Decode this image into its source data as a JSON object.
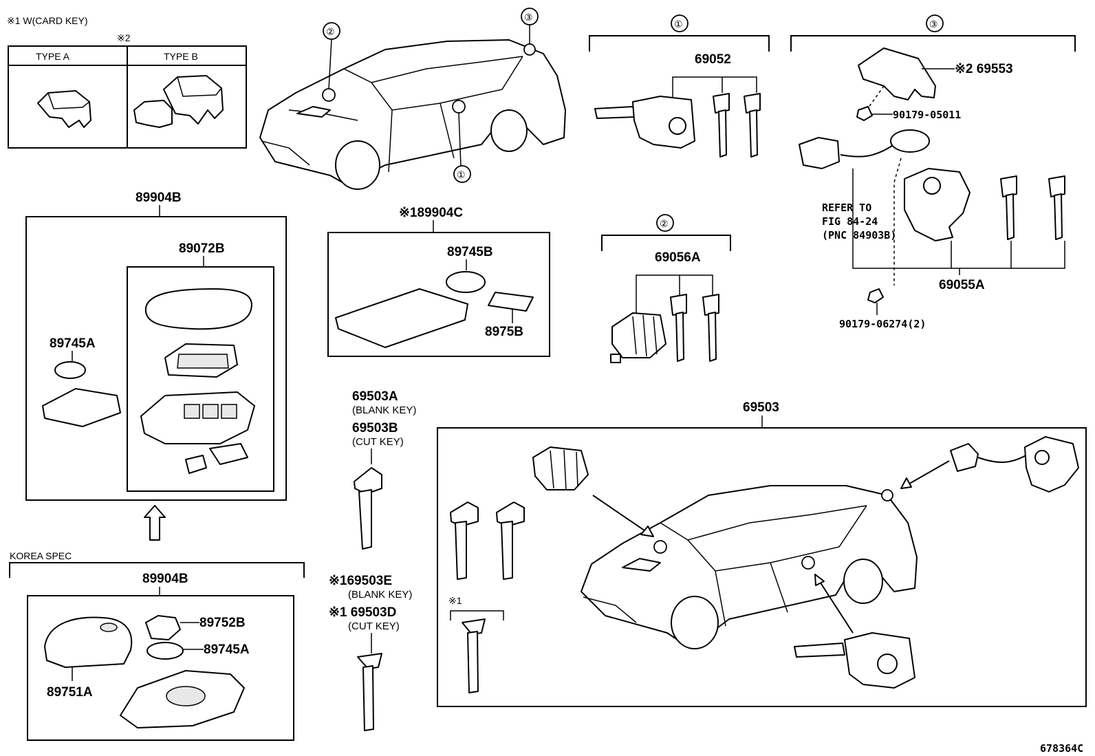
{
  "diagram_id": "678364C",
  "card_key": {
    "title": "※1 W(CARD KEY)",
    "note": "※2",
    "type_a": "TYPE  A",
    "type_b": "TYPE  B"
  },
  "callouts": {
    "c1": "①",
    "c2": "②",
    "c3": "③"
  },
  "smart_key": {
    "outer": "89904B",
    "inner": "89072B",
    "battery": "89745A"
  },
  "card_assy": {
    "label": "※189904C",
    "battery": "89745B",
    "sticker": "8975B"
  },
  "korea": {
    "spec": "KOREA SPEC",
    "outer": "89904B",
    "p1": "89752B",
    "p2": "89745A",
    "p3": "89751A"
  },
  "group1": {
    "part": "69052"
  },
  "group2": {
    "part": "69056A"
  },
  "group3": {
    "cover": "※2 69553",
    "screw": "90179-05011",
    "refer1": "REFER TO",
    "refer2": "FIG 84-24",
    "refer3": "(PNC 84903B)",
    "assy": "69055A",
    "bolt": "90179-06274(2)"
  },
  "keys": {
    "k1": "69503A",
    "k1_note": "(BLANK KEY)",
    "k2": "69503B",
    "k2_note": "(CUT KEY)",
    "k3": "※169503E",
    "k3_note": "(BLANK KEY)",
    "k4": "※1 69503D",
    "k4_note": "(CUT KEY)"
  },
  "lockset": {
    "part": "69503",
    "note": "※1"
  },
  "arrow_icon": "up-arrow-icon"
}
